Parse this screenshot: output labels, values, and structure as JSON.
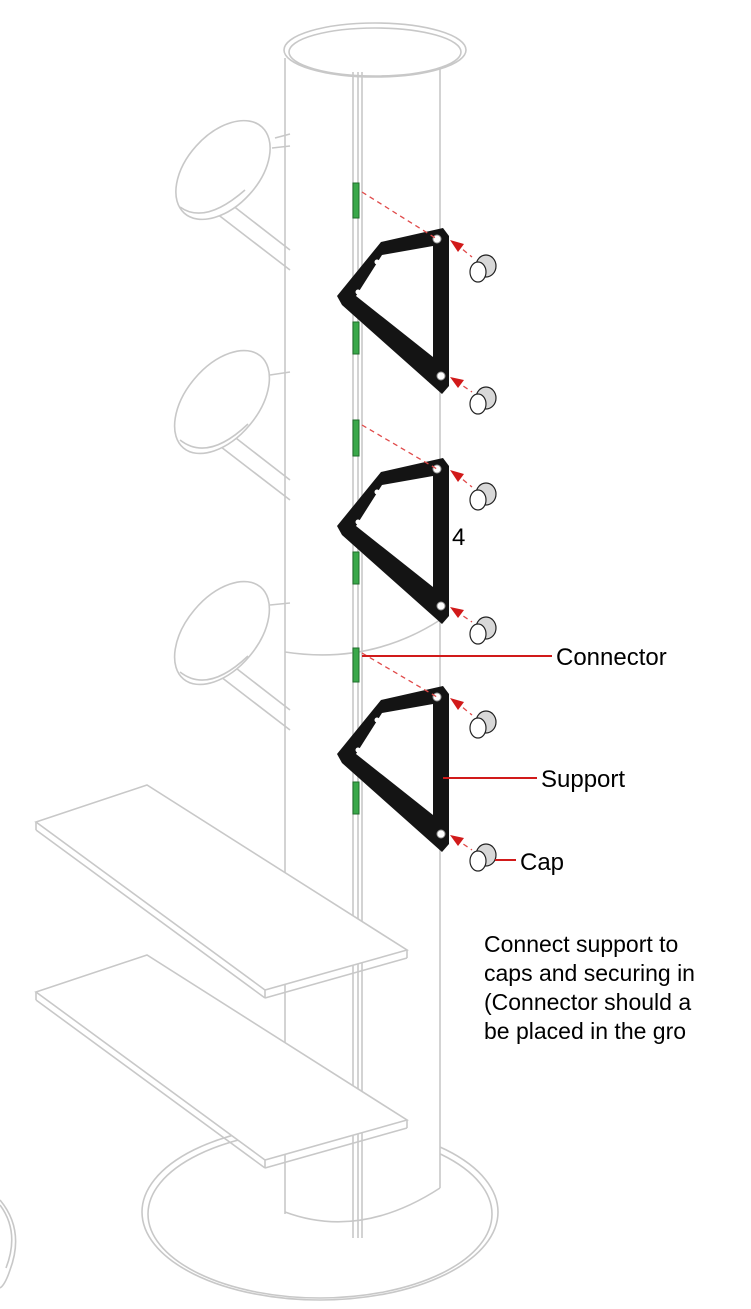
{
  "labels": {
    "step": "4",
    "connector": "Connector",
    "support": "Support",
    "cap": "Cap"
  },
  "instructions": {
    "line1": "Connect support to",
    "line2": "caps and securing in",
    "line3": "(Connector should a",
    "line4": "be placed in the gro"
  },
  "colors": {
    "outline": "#c8c8c8",
    "support": "#111111",
    "connector": "#2e9e3e",
    "leader": "#d11a1a",
    "dashed": "#e04a4a"
  },
  "components": [
    "post",
    "base",
    "shelf",
    "seat",
    "support",
    "connector",
    "cap"
  ]
}
